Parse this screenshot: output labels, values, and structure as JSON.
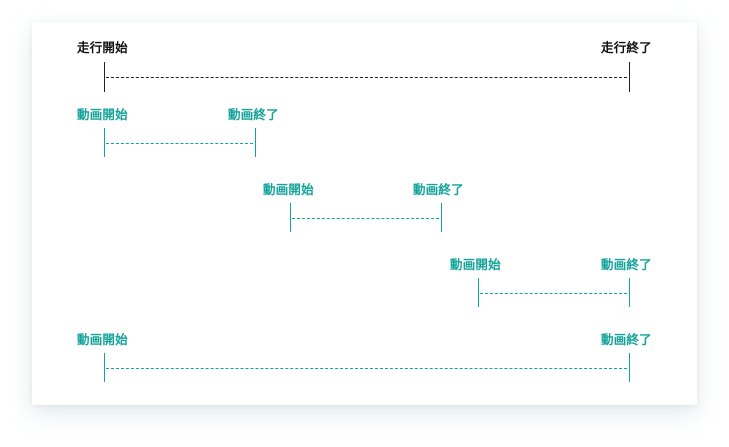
{
  "colors": {
    "primary": "#111111",
    "accent": "#14a39a"
  },
  "run": {
    "start_label": "走行開始",
    "end_label": "走行終了"
  },
  "videos": [
    {
      "start_label": "動画開始",
      "end_label": "動画終了"
    },
    {
      "start_label": "動画開始",
      "end_label": "動画終了"
    },
    {
      "start_label": "動画開始",
      "end_label": "動画終了"
    },
    {
      "start_label": "動画開始",
      "end_label": "動画終了"
    }
  ]
}
